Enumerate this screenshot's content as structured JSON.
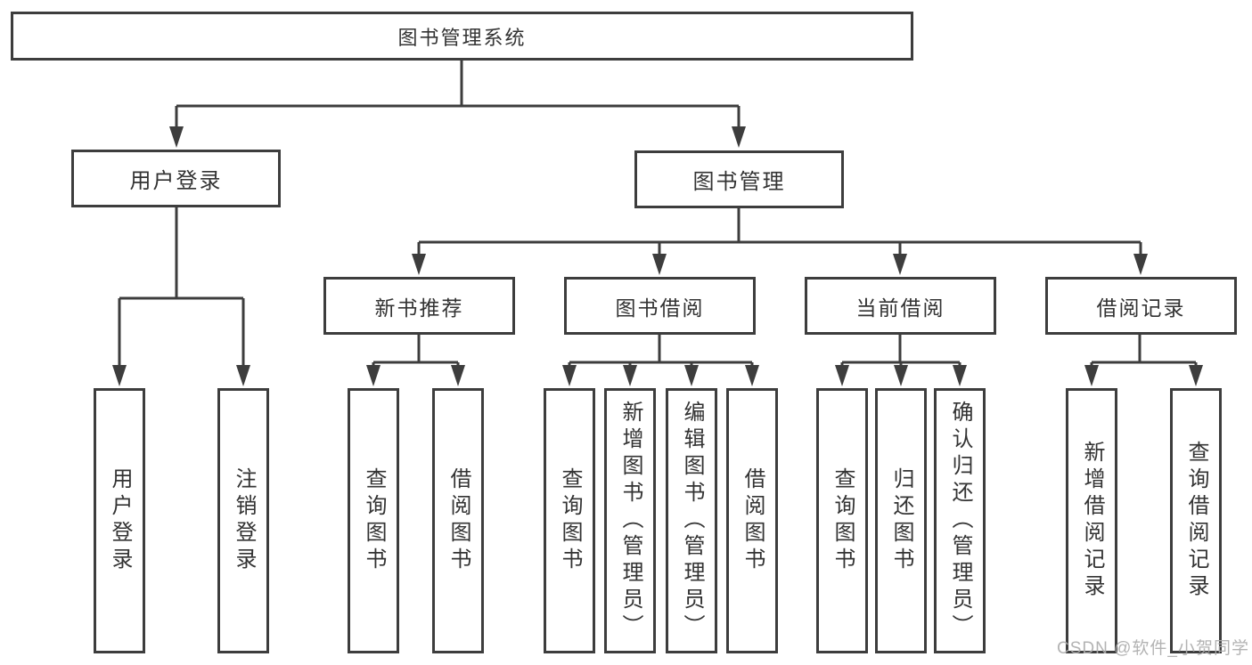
{
  "root": {
    "label": "图书管理系统"
  },
  "level2": [
    {
      "label": "用户登录",
      "children": [
        {
          "label": "用户登录"
        },
        {
          "label": "注销登录"
        }
      ]
    },
    {
      "label": "图书管理",
      "children": [
        {
          "label": "新书推荐",
          "children": [
            {
              "label": "查询图书"
            },
            {
              "label": "借阅图书"
            }
          ]
        },
        {
          "label": "图书借阅",
          "children": [
            {
              "label": "查询图书"
            },
            {
              "label": "新增图书（管理员）"
            },
            {
              "label": "编辑图书（管理员）"
            },
            {
              "label": "借阅图书"
            }
          ]
        },
        {
          "label": "当前借阅",
          "children": [
            {
              "label": "查询图书"
            },
            {
              "label": "归还图书"
            },
            {
              "label": "确认归还（管理员）"
            }
          ]
        },
        {
          "label": "借阅记录",
          "children": [
            {
              "label": "新增借阅记录"
            },
            {
              "label": "查询借阅记录"
            }
          ]
        }
      ]
    }
  ],
  "watermark": {
    "text": "CSDN @软件_小贺同学"
  },
  "colors": {
    "line": "#3d3d3d",
    "box_border": "#3d3d3d",
    "text": "#333333",
    "watermark": "#acacac",
    "background": "#ffffff"
  }
}
